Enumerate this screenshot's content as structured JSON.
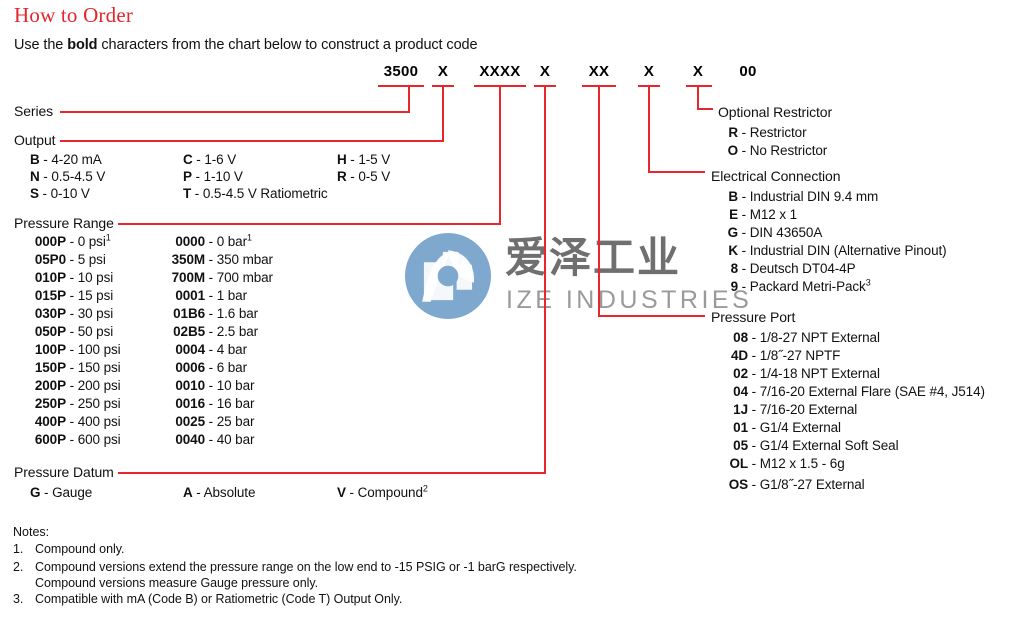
{
  "header": {
    "title": "How to Order",
    "subtitle_pre": "Use the ",
    "subtitle_bold": "bold",
    "subtitle_post": " characters from the chart below to construct a product code"
  },
  "product_code": {
    "segments": [
      "3500",
      "X",
      "XXXX",
      "X",
      "XX",
      "X",
      "X",
      "00"
    ]
  },
  "watermark": {
    "cn": "爱泽工业",
    "en": "IZE INDUSTRIES",
    "logo_color": "#7fa8ce",
    "cn_color": "#6f6f6f",
    "en_color": "#9a9a9a"
  },
  "colors": {
    "accent_red": "#e8272c",
    "title_red": "#e5242c",
    "text": "#111111"
  },
  "sections": {
    "series": {
      "label": "Series"
    },
    "output": {
      "label": "Output",
      "col1": [
        {
          "code": "B",
          "sep": " - ",
          "desc": "4-20 mA"
        },
        {
          "code": "N",
          "sep": " - ",
          "desc": "0.5-4.5 V"
        },
        {
          "code": "S",
          "sep": " - ",
          "desc": "0-10 V"
        }
      ],
      "col2": [
        {
          "code": "C",
          "sep": " - ",
          "desc": "1-6 V"
        },
        {
          "code": "P",
          "sep": " - ",
          "desc": "1-10 V"
        },
        {
          "code": "T",
          "sep": " - ",
          "desc": "0.5-4.5 V Ratiometric"
        }
      ],
      "col3": [
        {
          "code": "H",
          "sep": " - ",
          "desc": "1-5 V"
        },
        {
          "code": "R",
          "sep": " - ",
          "desc": "0-5 V"
        }
      ]
    },
    "pressure_range": {
      "label": "Pressure Range",
      "psi": [
        {
          "code": "000P",
          "sep": " - ",
          "desc": "0 psi",
          "note": "1"
        },
        {
          "code": "05P0",
          "sep": " - ",
          "desc": "5 psi",
          "note": ""
        },
        {
          "code": "010P",
          "sep": " - ",
          "desc": "10 psi",
          "note": ""
        },
        {
          "code": "015P",
          "sep": " - ",
          "desc": "15 psi",
          "note": ""
        },
        {
          "code": "030P",
          "sep": " - ",
          "desc": "30 psi",
          "note": ""
        },
        {
          "code": "050P",
          "sep": " - ",
          "desc": "50 psi",
          "note": ""
        },
        {
          "code": "100P",
          "sep": " - ",
          "desc": "100 psi",
          "note": ""
        },
        {
          "code": "150P",
          "sep": " - ",
          "desc": "150 psi",
          "note": ""
        },
        {
          "code": "200P",
          "sep": " - ",
          "desc": "200 psi",
          "note": ""
        },
        {
          "code": "250P",
          "sep": " - ",
          "desc": "250 psi",
          "note": ""
        },
        {
          "code": "400P",
          "sep": " - ",
          "desc": "400 psi",
          "note": ""
        },
        {
          "code": "600P",
          "sep": " - ",
          "desc": "600 psi",
          "note": ""
        }
      ],
      "bar": [
        {
          "code": "0000",
          "sep": " - ",
          "desc": "0 bar",
          "note": "1"
        },
        {
          "code": "350M",
          "sep": " - ",
          "desc": "350 mbar",
          "note": ""
        },
        {
          "code": "700M",
          "sep": " - ",
          "desc": "700 mbar",
          "note": ""
        },
        {
          "code": "0001",
          "sep": " - ",
          "desc": "1 bar",
          "note": ""
        },
        {
          "code": "01B6",
          "sep": " - ",
          "desc": "1.6 bar",
          "note": ""
        },
        {
          "code": "02B5",
          "sep": " - ",
          "desc": "2.5 bar",
          "note": ""
        },
        {
          "code": "0004",
          "sep": " - ",
          "desc": "4 bar",
          "note": ""
        },
        {
          "code": "0006",
          "sep": " - ",
          "desc": "6 bar",
          "note": ""
        },
        {
          "code": "0010",
          "sep": " - ",
          "desc": "10 bar",
          "note": ""
        },
        {
          "code": "0016",
          "sep": " - ",
          "desc": "16 bar",
          "note": ""
        },
        {
          "code": "0025",
          "sep": " - ",
          "desc": "25 bar",
          "note": ""
        },
        {
          "code": "0040",
          "sep": " - ",
          "desc": "40 bar",
          "note": ""
        }
      ]
    },
    "pressure_datum": {
      "label": "Pressure Datum",
      "items": [
        {
          "code": "G",
          "sep": " - ",
          "desc": "Gauge",
          "note": ""
        },
        {
          "code": "A",
          "sep": " - ",
          "desc": "Absolute",
          "note": ""
        },
        {
          "code": "V",
          "sep": " - ",
          "desc": "Compound",
          "note": "2"
        }
      ]
    },
    "optional_restrictor": {
      "label": "Optional Restrictor",
      "items": [
        {
          "code": "R",
          "sep": " - ",
          "desc": "Restrictor"
        },
        {
          "code": "O",
          "sep": " - ",
          "desc": "No Restrictor"
        }
      ]
    },
    "electrical_connection": {
      "label": "Electrical Connection",
      "items": [
        {
          "code": "B",
          "sep": " - ",
          "desc": "Industrial DIN 9.4 mm",
          "note": ""
        },
        {
          "code": "E",
          "sep": " - ",
          "desc": "M12 x 1",
          "note": ""
        },
        {
          "code": "G",
          "sep": " - ",
          "desc": "DIN 43650A",
          "note": ""
        },
        {
          "code": "K",
          "sep": " - ",
          "desc": "Industrial DIN (Alternative Pinout)",
          "note": ""
        },
        {
          "code": "8",
          "sep": " - ",
          "desc": "Deutsch DT04-4P",
          "note": ""
        },
        {
          "code": "9",
          "sep": " - ",
          "desc": "Packard Metri-Pack",
          "note": "3"
        }
      ]
    },
    "pressure_port": {
      "label": "Pressure Port",
      "items": [
        {
          "code": "08",
          "sep": " - ",
          "desc": "1/8-27 NPT External"
        },
        {
          "code": "4D",
          "sep": " - ",
          "desc": "1/8˝-27 NPTF"
        },
        {
          "code": "02",
          "sep": " - ",
          "desc": "1/4-18 NPT External"
        },
        {
          "code": "04",
          "sep": " - ",
          "desc": "7/16-20 External Flare (SAE #4, J514)"
        },
        {
          "code": "1J",
          "sep": " - ",
          "desc": "7/16-20 External"
        },
        {
          "code": "01",
          "sep": " - ",
          "desc": "G1/4 External"
        },
        {
          "code": "05",
          "sep": " - ",
          "desc": "G1/4 External Soft Seal"
        },
        {
          "code": "OL",
          "sep": " - ",
          "desc": "M12 x 1.5 - 6g"
        },
        {
          "code": "OS",
          "sep": " - ",
          "desc": "G1/8˝-27 External"
        }
      ]
    }
  },
  "notes": {
    "heading": "Notes:",
    "items": [
      {
        "num": "1.",
        "text": "Compound only."
      },
      {
        "num": "2.",
        "text": "Compound versions extend the pressure range on the low end to -15 PSIG or -1 barG respectively. Compound versions measure Gauge pressure only."
      },
      {
        "num": "3.",
        "text": "Compatible with mA (Code B) or Ratiometric (Code T) Output Only."
      }
    ]
  }
}
